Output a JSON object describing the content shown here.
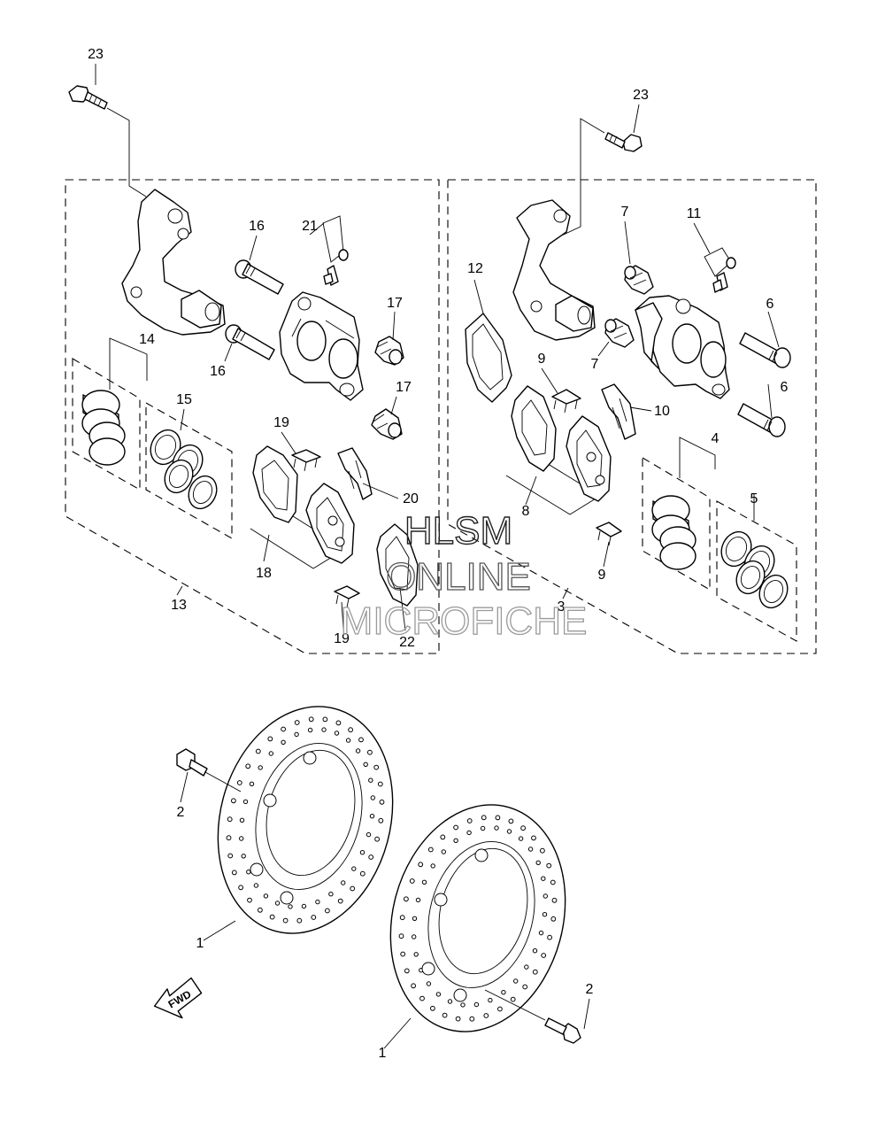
{
  "labels": {
    "c1": "1",
    "c1b": "1",
    "c2": "2",
    "c2b": "2",
    "c3": "3",
    "c4": "4",
    "c5": "5",
    "c6": "6",
    "c6b": "6",
    "c7": "7",
    "c7b": "7",
    "c8": "8",
    "c9": "9",
    "c9b": "9",
    "c10": "10",
    "c11": "11",
    "c12": "12",
    "c13": "13",
    "c14": "14",
    "c15": "15",
    "c16": "16",
    "c16b": "16",
    "c17": "17",
    "c17b": "17",
    "c18": "18",
    "c19": "19",
    "c19b": "19",
    "c20": "20",
    "c21": "21",
    "c22": "22",
    "c23": "23",
    "c23b": "23"
  },
  "watermark": {
    "line1": "HLSM",
    "line2": "ONLINE",
    "line3": "MICROFICHE"
  },
  "fwd_arrow": {
    "label": "FWD"
  }
}
